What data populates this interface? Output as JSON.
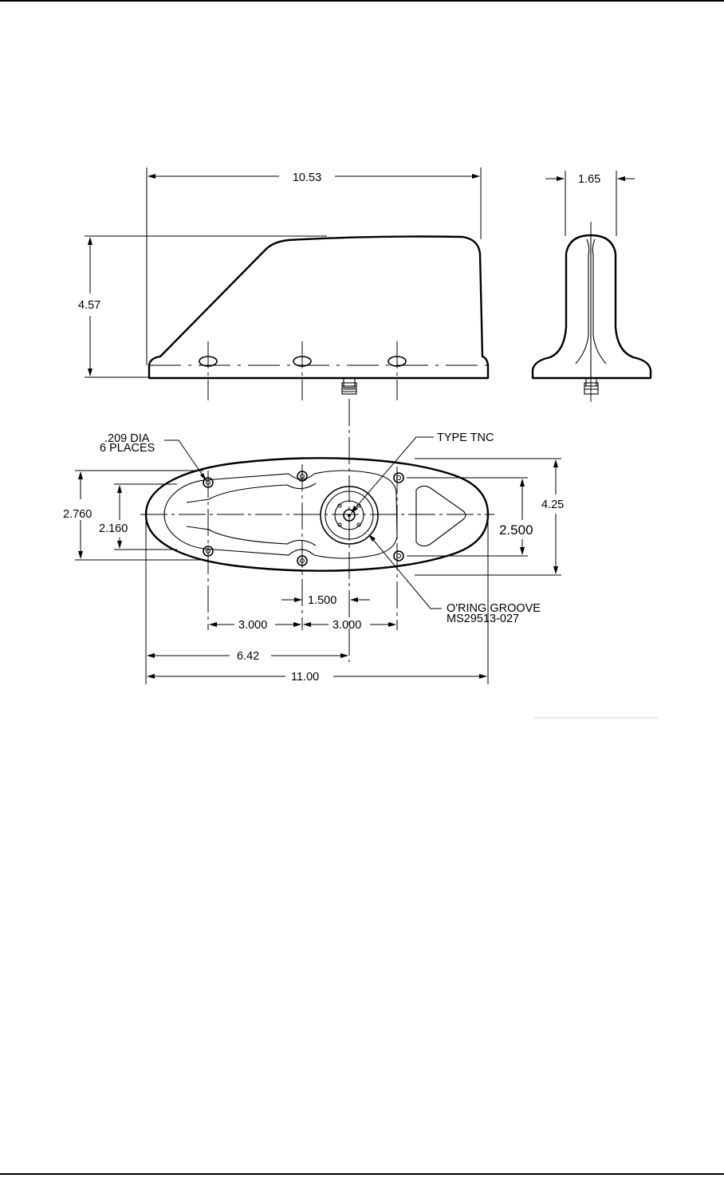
{
  "front_view": {
    "dim_length": "10.53",
    "dim_height": "4.57"
  },
  "side_view": {
    "dim_width": "1.65"
  },
  "bottom_view": {
    "hole_note_line1": ".209 DIA",
    "hole_note_line2": "6 PLACES",
    "connector_note": "TYPE TNC",
    "groove_note_line1": "O'RING GROOVE",
    "groove_note_line2": "MS29513-027",
    "dim_outer_hole_span": "2.760",
    "dim_inner_hole_span": "2.160",
    "dim_base_width": "4.25",
    "dim_rear_hole_span": "2.500",
    "dim_hole_offset": "1.500",
    "dim_hole_pitch_left": "3.000",
    "dim_hole_pitch_right": "3.000",
    "dim_connector_position": "6.42",
    "dim_base_length": "11.00"
  }
}
